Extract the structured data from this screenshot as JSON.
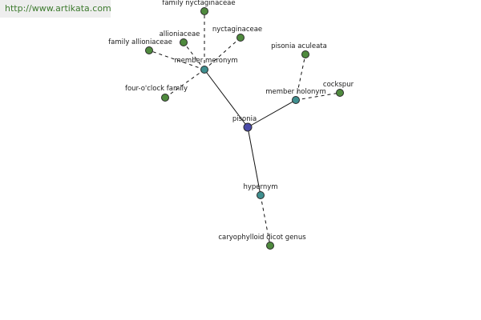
{
  "watermark": {
    "text": "http://www.artikata.com"
  },
  "colors": {
    "root_node": "#4a4aa8",
    "relation_node": "#3f8f8f",
    "leaf_node": "#4f8a3e",
    "edge": "#111111",
    "watermark_text": "#3d7a2e",
    "watermark_bg": "#eeeeee"
  },
  "graph": {
    "nodes": [
      {
        "id": "pisonia",
        "label": "pisonia",
        "kind": "root"
      },
      {
        "id": "member-meronym",
        "label": "member meronym",
        "kind": "relation"
      },
      {
        "id": "member-holonym",
        "label": "member holonym",
        "kind": "relation"
      },
      {
        "id": "hypernym",
        "label": "hypernym",
        "kind": "relation"
      },
      {
        "id": "family-nyctaginaceae",
        "label": "family nyctaginaceae",
        "kind": "leaf"
      },
      {
        "id": "nyctaginaceae",
        "label": "nyctaginaceae",
        "kind": "leaf"
      },
      {
        "id": "allioniaceae",
        "label": "allioniaceae",
        "kind": "leaf"
      },
      {
        "id": "family-allioniaceae",
        "label": "family allioniaceae",
        "kind": "leaf"
      },
      {
        "id": "four-oclock-family",
        "label": "four-o'clock family",
        "kind": "leaf"
      },
      {
        "id": "pisonia-aculeata",
        "label": "pisonia aculeata",
        "kind": "leaf"
      },
      {
        "id": "cockspur",
        "label": "cockspur",
        "kind": "leaf"
      },
      {
        "id": "caryophylloid-dicot-genus",
        "label": "caryophylloid dicot genus",
        "kind": "leaf"
      }
    ],
    "edges": [
      {
        "from": "pisonia",
        "to": "member-meronym",
        "style": "solid"
      },
      {
        "from": "pisonia",
        "to": "member-holonym",
        "style": "solid"
      },
      {
        "from": "pisonia",
        "to": "hypernym",
        "style": "solid"
      },
      {
        "from": "member-meronym",
        "to": "family-nyctaginaceae",
        "style": "dashed"
      },
      {
        "from": "member-meronym",
        "to": "nyctaginaceae",
        "style": "dashed"
      },
      {
        "from": "member-meronym",
        "to": "allioniaceae",
        "style": "dashed"
      },
      {
        "from": "member-meronym",
        "to": "family-allioniaceae",
        "style": "dashed"
      },
      {
        "from": "member-meronym",
        "to": "four-oclock-family",
        "style": "dashed"
      },
      {
        "from": "member-holonym",
        "to": "pisonia-aculeata",
        "style": "dashed"
      },
      {
        "from": "member-holonym",
        "to": "cockspur",
        "style": "dashed"
      },
      {
        "from": "hypernym",
        "to": "caryophylloid-dicot-genus",
        "style": "dashed"
      }
    ]
  }
}
